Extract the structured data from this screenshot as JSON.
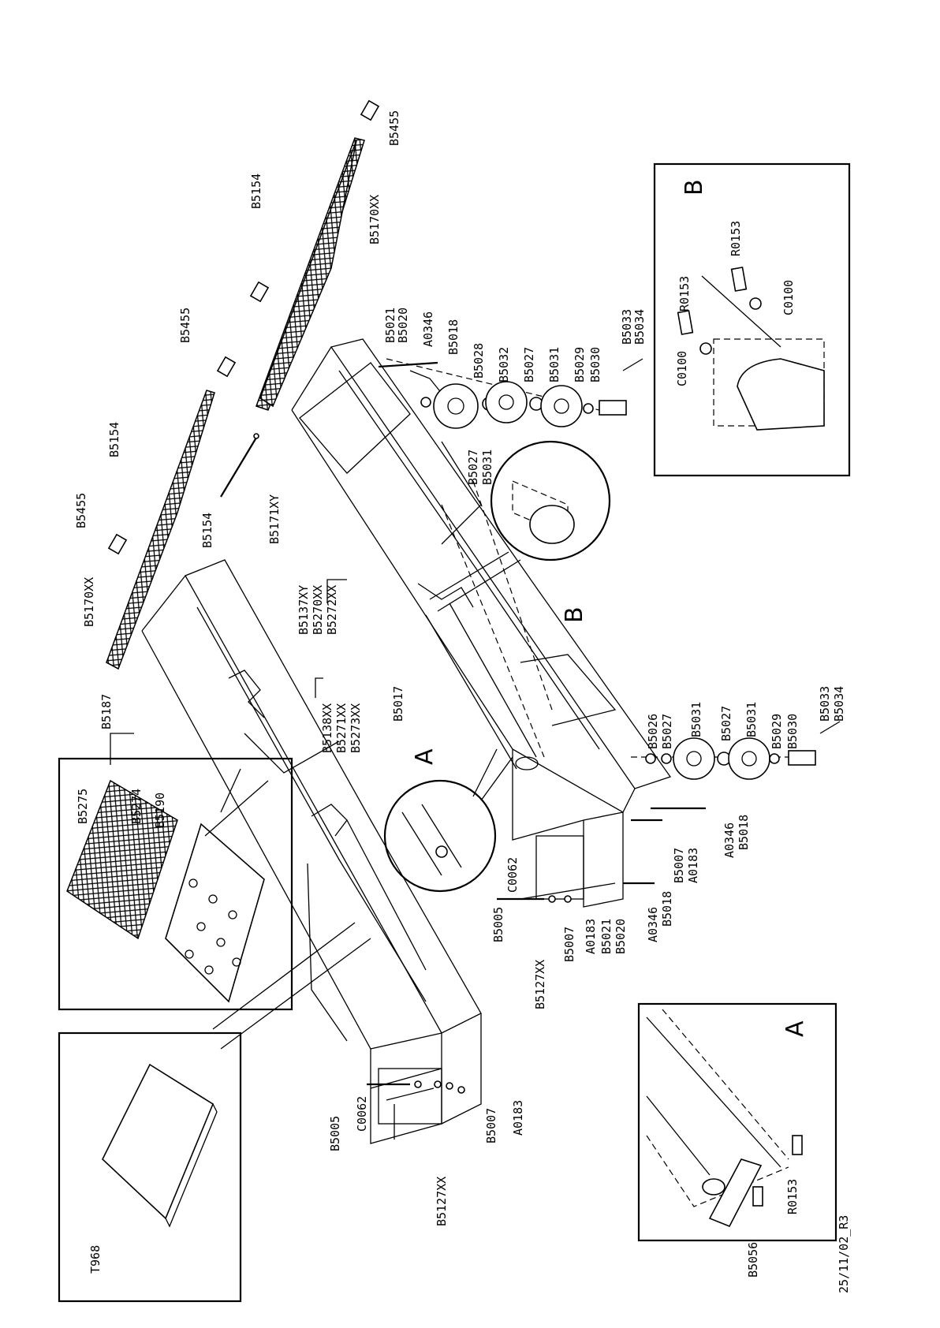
{
  "drawing": {
    "revision_note": "25/11/02_R3",
    "detail_a_letter": "A",
    "detail_b_letter": "B",
    "parts": {
      "p_b5455_a": "B5455",
      "p_b5154_a": "B5154",
      "p_b5170_a": "B5170XX",
      "p_b5455_b": "B5455",
      "p_b5154_b": "B5154",
      "p_b5455_c": "B5455",
      "p_b5170_b": "B5170XX",
      "p_b5154_c": "B5154",
      "p_b5171": "B5171XY",
      "p_b5187": "B5187",
      "p_b5137": "B5137XY",
      "p_b5270": "B5270XX",
      "p_b5272": "B5272XX",
      "p_b5138": "B5138XX",
      "p_b5271": "B5271XX",
      "p_b5273": "B5273XX",
      "p_b5017": "B5017",
      "p_b5021_t": "B5021",
      "p_b5020_t": "B5020",
      "p_a0346_t": "A0346",
      "p_b5018_t": "B5018",
      "p_b5028": "B5028",
      "p_b5032": "B5032",
      "p_b5027_t": "B5027",
      "p_b5031_t": "B5031",
      "p_b5029_t": "B5029",
      "p_b5030_t": "B5030",
      "p_b5033_t": "B5033",
      "p_b5034_t": "B5034",
      "p_b5027_m": "B5027",
      "p_b5031_m": "B5031",
      "p_r0153_b1": "R0153",
      "p_r0153_b2": "R0153",
      "p_c0100_b1": "C0100",
      "p_c0100_b2": "C0100",
      "p_b5026": "B5026",
      "p_b5027_b1": "B5027",
      "p_b5031_b1": "B5031",
      "p_b5027_b2": "B5027",
      "p_b5031_b2": "B5031",
      "p_b5029_b": "B5029",
      "p_b5030_b": "B5030",
      "p_b5033_b": "B5033",
      "p_b5034_b": "B5034",
      "p_b5275": "B5275",
      "p_b5274": "B5274",
      "p_b5190": "B5190",
      "p_c0062_r": "C0062",
      "p_b5005_r": "B5005",
      "p_b5007_r": "B5007",
      "p_a0183_r": "A0183",
      "p_b5021_r": "B5021",
      "p_b5020_r": "B5020",
      "p_a0346_r": "A0346",
      "p_b5018_r": "B5018",
      "p_b5007_r2": "B5007",
      "p_a0183_r2": "A0183",
      "p_a0346_r2": "A0346",
      "p_b5018_r2": "B5018",
      "p_b5127_r": "B5127XX",
      "p_t968": "T968",
      "p_b5005_l": "B5005",
      "p_c0062_l": "C0062",
      "p_b5007_l": "B5007",
      "p_a0183_l": "A0183",
      "p_b5127_l": "B5127XX",
      "p_r0153_a": "R0153",
      "p_b5056": "B5056"
    }
  }
}
